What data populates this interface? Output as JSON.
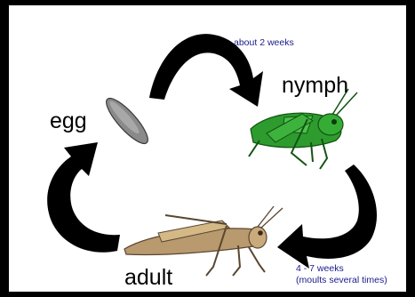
{
  "diagram": {
    "stages": {
      "egg": "egg",
      "nymph": "nymph",
      "adult": "adult"
    },
    "durations": {
      "egg_to_nymph": "about 2 weeks",
      "nymph_to_adult_line1": "4 - 7 weeks",
      "nymph_to_adult_line2": "(moults several times)"
    },
    "colors": {
      "arrow": "#000000",
      "nymph": "#2e9b2e",
      "adult": "#b89a6e",
      "egg": "#8a8a8a",
      "duration_text": "#1a1a8c"
    },
    "icons": {
      "egg": "grasshopper-egg-icon",
      "nymph": "grasshopper-nymph-icon",
      "adult": "grasshopper-adult-icon"
    }
  }
}
